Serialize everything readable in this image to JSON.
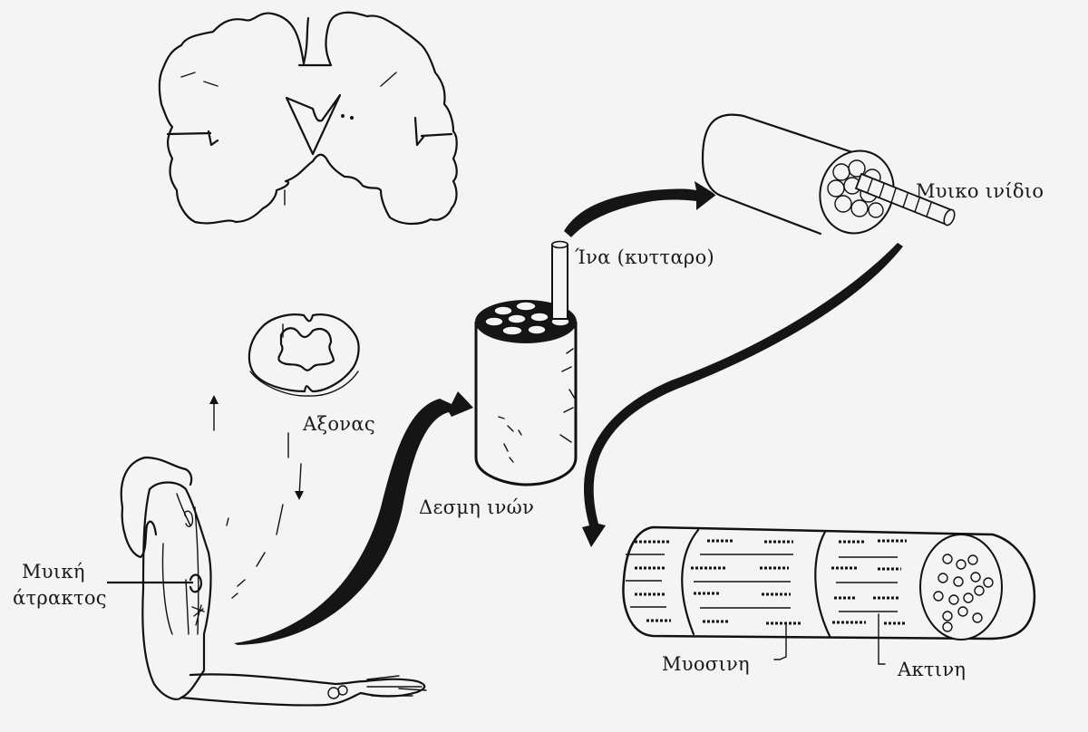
{
  "title": "Muscle structure hierarchy (brain → spinal cord → arm → bundle → fiber → myofibril)",
  "labels": {
    "muscle_spindle_line1": "Μυική",
    "muscle_spindle_line2": "άτρακτος",
    "axon": "Αξονας",
    "fiber_bundle": "Δεσμη ινών",
    "fiber_cell": "Ίνα (κυτταρο)",
    "myofibril": "Μυικο ινίδιο",
    "myosin": "Μυοσινη",
    "actin": "Ακτινη"
  },
  "colors": {
    "ink": "#111111",
    "background": "#f4f4f4"
  }
}
